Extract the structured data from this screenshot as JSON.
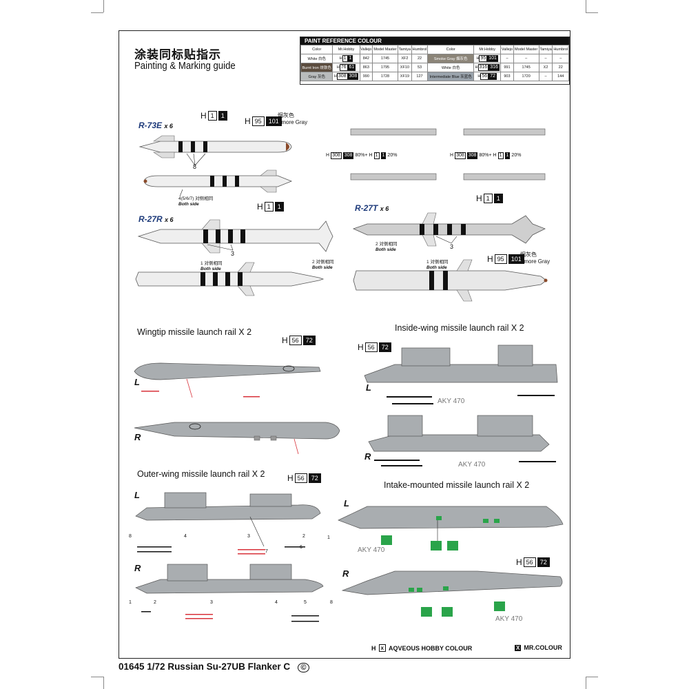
{
  "header": {
    "title_cn": "涂装同标贴指示",
    "title_en": "Painting & Marking guide"
  },
  "reference": {
    "heading": "PAINT REFERENCE COLOUR",
    "columns": [
      "Color",
      "Mr.Hobby",
      "Vallejo",
      "Model Master",
      "Tamiya",
      "Humbrol",
      "Color",
      "Mr.Hobby",
      "Vallejo",
      "Model Master",
      "Tamiya",
      "Humbrol"
    ],
    "rows": [
      {
        "c1": "White 白色",
        "h1a": "H",
        "h1b": "1",
        "h1c": "1",
        "v1": "842",
        "m1": "1745",
        "t1": "XF2",
        "u1": "22",
        "c2": "Smoke Gray 烟灰色",
        "h2a": "H",
        "h2b": "95",
        "h2c": "101",
        "v2": "–",
        "m2": "–",
        "t2": "–",
        "u2": "–"
      },
      {
        "c1": "Burnt Iron 烧铁色",
        "h1a": "H",
        "h1b": "76",
        "h1c": "61",
        "v1": "863",
        "m1": "1795",
        "t1": "XF10",
        "u1": "53",
        "c2": "White 白色",
        "h2a": "H",
        "h2b": "316",
        "h2c": "316",
        "v2": "991",
        "m2": "1745",
        "t2": "X2",
        "u2": "22"
      },
      {
        "c1": "Gray 灰色",
        "h1a": "H",
        "h1b": "308",
        "h1c": "308",
        "v1": "990",
        "m1": "1728",
        "t1": "XF19",
        "u1": "127",
        "c2": "Intermediate Blue 灰蓝色",
        "h2a": "H",
        "h2b": "56",
        "h2c": "72",
        "v2": "903",
        "m2": "1720",
        "t2": "–",
        "u2": "144"
      }
    ]
  },
  "missiles": {
    "r73e": {
      "name": "R-73E",
      "qty": "x 6",
      "h_white": [
        "H",
        "1",
        "1"
      ],
      "h_smoke": [
        "H",
        "95",
        "101"
      ],
      "smoke_cn": "烟灰色",
      "smoke_en": "Smore Gray",
      "callout_top": "8",
      "callout_bottom": "4(5/6/7)",
      "both_cn": "对侧相同",
      "both_en": "Both side"
    },
    "r27r": {
      "name": "R-27R",
      "qty": "x 6",
      "h_white": [
        "H",
        "1",
        "1"
      ],
      "callout_top": "3",
      "callout_b1": "1",
      "callout_b2": "2",
      "both_cn": "对侧相同",
      "both_en": "Both side"
    },
    "r27t": {
      "name": "R-27T",
      "qty": "x 6",
      "h_white": [
        "H",
        "1",
        "1"
      ],
      "h_smoke": [
        "H",
        "95",
        "101"
      ],
      "smoke_cn": "烟灰色",
      "smoke_en": "Smore Gray",
      "callout_top": "3",
      "callout_b1": "2",
      "callout_b2": "1",
      "both_cn": "对侧相同",
      "both_en": "Both side"
    },
    "pylon_mix_left": {
      "h1": "H",
      "c1": "308",
      "c2": "308",
      "pct1": "80%+",
      "h2": "H",
      "c3": "1",
      "c4": "1",
      "pct2": "20%"
    },
    "pylon_mix_right": {
      "h1": "H",
      "c1": "308",
      "c2": "308",
      "pct1": "80%+",
      "h2": "H",
      "c3": "1",
      "c4": "1",
      "pct2": "20%"
    }
  },
  "rails": {
    "wingtip": {
      "title": "Wingtip missile launch rail  X 2",
      "h": [
        "H",
        "56",
        "72"
      ],
      "left": "L",
      "right": "R"
    },
    "inside": {
      "title": "Inside-wing missile launch rail  X 2",
      "h": [
        "H",
        "56",
        "72"
      ],
      "left": "L",
      "right": "R",
      "marking": "AKY 470"
    },
    "outer": {
      "title": "Outer-wing missile launch rail  X 2",
      "h": [
        "H",
        "56",
        "72"
      ],
      "left": "L",
      "right": "R",
      "nums_l": [
        "8",
        "4",
        "3",
        "2",
        "1"
      ],
      "nums_l2": [
        "7",
        "6"
      ],
      "nums_r": [
        "1",
        "2",
        "3",
        "4",
        "5",
        "8"
      ]
    },
    "intake": {
      "title": "Intake-mounted missile launch rail  X 2",
      "h": [
        "H",
        "56",
        "72"
      ],
      "left": "L",
      "right": "R",
      "marking": "AKY 470"
    }
  },
  "legend": {
    "aqueous_code": "H",
    "aqueous_box": "x",
    "aqueous_label": "AQVEOUS HOBBY COLOUR",
    "mr_box": "X",
    "mr_label": "MR.COLOUR"
  },
  "footer": {
    "text": "01645 1/72 Russian Su-27UB Flanker C",
    "symbol": "©"
  },
  "colors": {
    "rail_gray": "#a9adb0",
    "missile_white": "#eeeeee",
    "black": "#111111",
    "decal_red": "#d8323a",
    "decal_green": "#2aa44a",
    "accent_blue": "#1d3a7a"
  }
}
